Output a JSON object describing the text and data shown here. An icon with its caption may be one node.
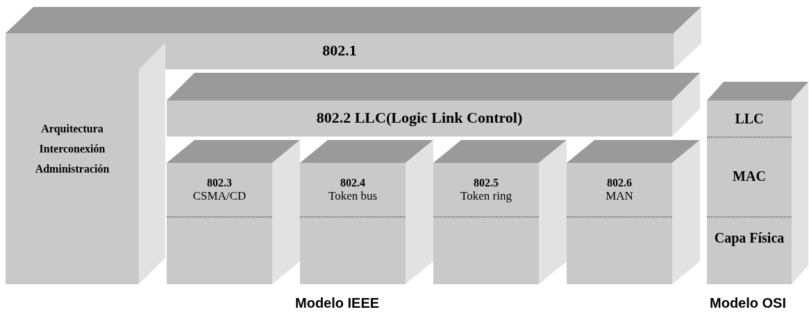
{
  "diagram": {
    "nodes": [
      {
        "text": [
          "802.1"
        ]
      },
      {
        "text": [
          "Arquitectura",
          "Interconexión",
          "Administración"
        ]
      },
      {
        "text": [
          "802.2 LLC(Logic Link Control)"
        ]
      },
      {
        "text": [
          "802.3",
          "CSMA/CD"
        ]
      },
      {
        "text": [
          "802.4",
          "Token bus"
        ]
      },
      {
        "text": [
          "802.5",
          "Token ring"
        ]
      },
      {
        "text": [
          "802.6",
          "MAN"
        ]
      },
      {
        "text": [
          "LLC",
          "MAC",
          "Capa Física"
        ]
      }
    ],
    "labels": [
      "Modelo IEEE",
      "Modelo OSI"
    ]
  }
}
